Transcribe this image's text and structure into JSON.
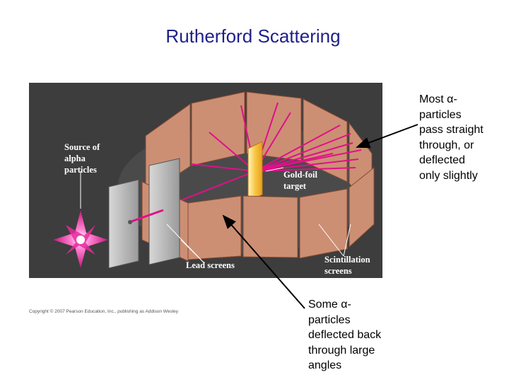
{
  "title": "Rutherford Scattering",
  "figure": {
    "label_source": "Source of\nalpha\nparticles",
    "label_gold_foil": "Gold-foil\ntarget",
    "label_lead_screens": "Lead screens",
    "label_scintillation": "Scintillation\nscreens",
    "copyright": "Copyright © 2007 Pearson Education, Inc., publishing as Addison Wesley",
    "colors": {
      "background": "#3d3d3d",
      "screen": "#cc8f74",
      "screen_edge": "#8a4a33",
      "beam": "#e0108a",
      "foil": "#f7c640",
      "lead": "#b9b9b9"
    }
  },
  "callouts": {
    "top_right_lines": [
      "Most α-",
      "particles",
      "pass straight",
      "through, or",
      "deflected",
      "only slightly"
    ],
    "bottom_lines": [
      "Some α-",
      "particles",
      "deflected back",
      "through large",
      "angles"
    ]
  }
}
